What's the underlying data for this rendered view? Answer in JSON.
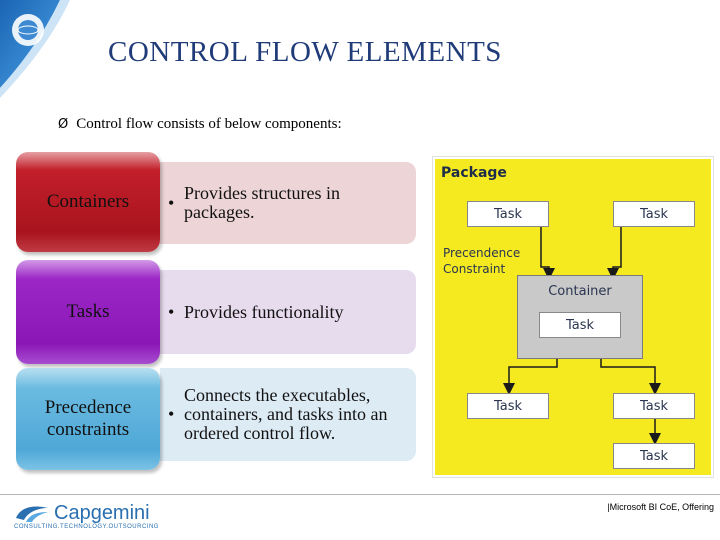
{
  "slide": {
    "title": "CONTROL FLOW ELEMENTS",
    "intro": "Control flow consists of below components:",
    "rows": [
      {
        "label": "Containers",
        "description": "Provides structures in packages."
      },
      {
        "label": "Tasks",
        "description": "Provides functionality"
      },
      {
        "label": "Precedence constraints",
        "description": "Connects the executables, containers, and tasks into an ordered control flow."
      }
    ],
    "bullet": "•",
    "intro_marker": "Ø"
  },
  "diagram": {
    "package_label": "Package",
    "task_label": "Task",
    "precedence_label": "Precendence Constraint",
    "container_label": "Container"
  },
  "footer": {
    "logo_word": "Capgemini",
    "logo_tagline": "CONSULTING.TECHNOLOGY.OUTSOURCING",
    "text": "|Microsoft BI CoE, Offering"
  },
  "colors": {
    "title": "#1f3b78",
    "containers": "#a9131d",
    "tasks": "#8a17b6",
    "precedence": "#4ea8d6",
    "diagram_bg": "#f5ea20"
  }
}
